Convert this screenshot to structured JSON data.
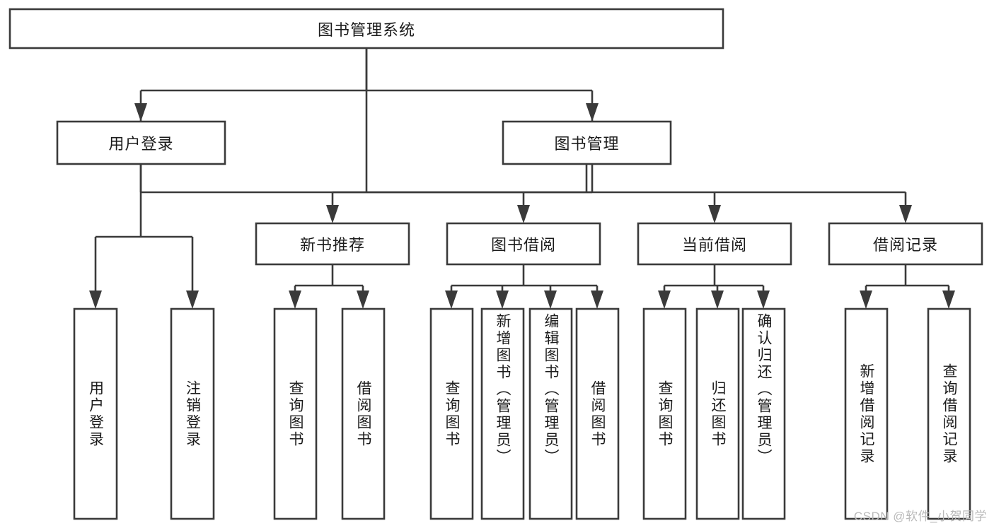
{
  "diagram": {
    "type": "tree-hierarchy-chart",
    "root": {
      "label": "图书管理系统"
    },
    "level2": [
      {
        "label": "用户登录"
      },
      {
        "label": "图书管理"
      }
    ],
    "level3": [
      {
        "label": "新书推荐"
      },
      {
        "label": "图书借阅"
      },
      {
        "label": "当前借阅"
      },
      {
        "label": "借阅记录"
      }
    ],
    "leaves": {
      "user_login": [
        {
          "label": "用户登录"
        },
        {
          "label": "注销登录"
        }
      ],
      "new_book_recommend": [
        {
          "label": "查询图书"
        },
        {
          "label": "借阅图书"
        }
      ],
      "book_borrow": [
        {
          "label": "查询图书"
        },
        {
          "label": "新增图书（管理员）"
        },
        {
          "label": "编辑图书（管理员）"
        },
        {
          "label": "借阅图书"
        }
      ],
      "current_borrow": [
        {
          "label": "查询图书"
        },
        {
          "label": "归还图书"
        },
        {
          "label": "确认归还（管理员）"
        }
      ],
      "borrow_record": [
        {
          "label": "新增借阅记录"
        },
        {
          "label": "查询借阅记录"
        }
      ]
    }
  },
  "watermark": {
    "text": "CSDN @软件_小贺同学"
  },
  "colors": {
    "stroke": "#3a3a3a",
    "fill": "#ffffff",
    "text": "#1c1c1c",
    "watermark": "#b9b9b9"
  }
}
